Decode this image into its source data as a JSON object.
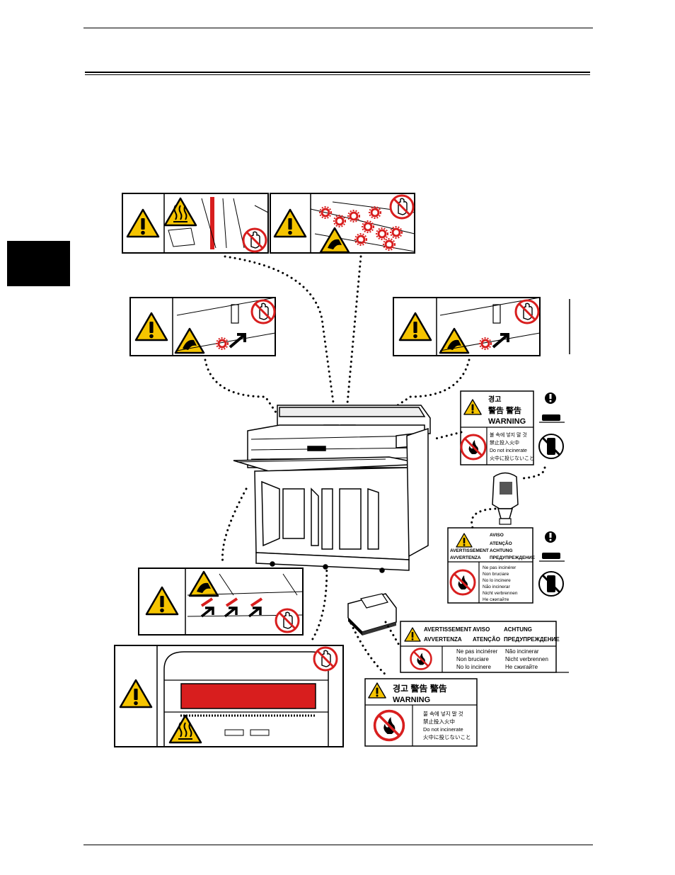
{
  "labels": {
    "korean_warning": {
      "header_line1": "경고",
      "header_line2": "警告  警告",
      "header_line3": "WARNING",
      "text_line1": "불 속에 넣지 말 것",
      "text_line2": "禁止投入火中",
      "text_line3": "Do not incinerate",
      "text_line4": "火中に投じないこと"
    },
    "multi_warning": {
      "h_aviso": "AVISO",
      "h_atencao": "ATENÇÃO",
      "h_avert": "AVERTISSEMENT",
      "h_achtung": "ACHTUNG",
      "h_avvert": "AVVERTENZA",
      "h_pred": "ПРЕДУПРЕЖДЕНИЕ",
      "t1": "Ne pas incinérer",
      "t2": "Non bruciare",
      "t3": "No lo incinere",
      "t4": "Não incinerar",
      "t5": "Nicht verbrennen",
      "t6": "Не сжигайте"
    },
    "cart_multi_warning": {
      "h1": "AVERTISSEMENT",
      "h2": "AVISO",
      "h3": "ACHTUNG",
      "h4": "AVVERTENZA",
      "h5": "ATENÇÃO",
      "h6": "ПРЕДУПРЕЖДЕНИЕ",
      "t1": "Ne pas incinérer",
      "t2": "Non bruciare",
      "t3": "No lo incinere",
      "t4": "Não incinerar",
      "t5": "Nicht verbrennen",
      "t6": "Не сжигайте"
    },
    "cart_korean_warning": {
      "header_line1": "경고  警告  警告",
      "header_line2": "WARNING",
      "text_line1": "불 속에 넣지 말 것",
      "text_line2": "禁止投入火中",
      "text_line3": "Do not incinerate",
      "text_line4": "火中に投じないこと"
    }
  },
  "colors": {
    "warning_yellow": "#f5c400",
    "hot_red": "#d81e1e",
    "outline": "#000000"
  }
}
